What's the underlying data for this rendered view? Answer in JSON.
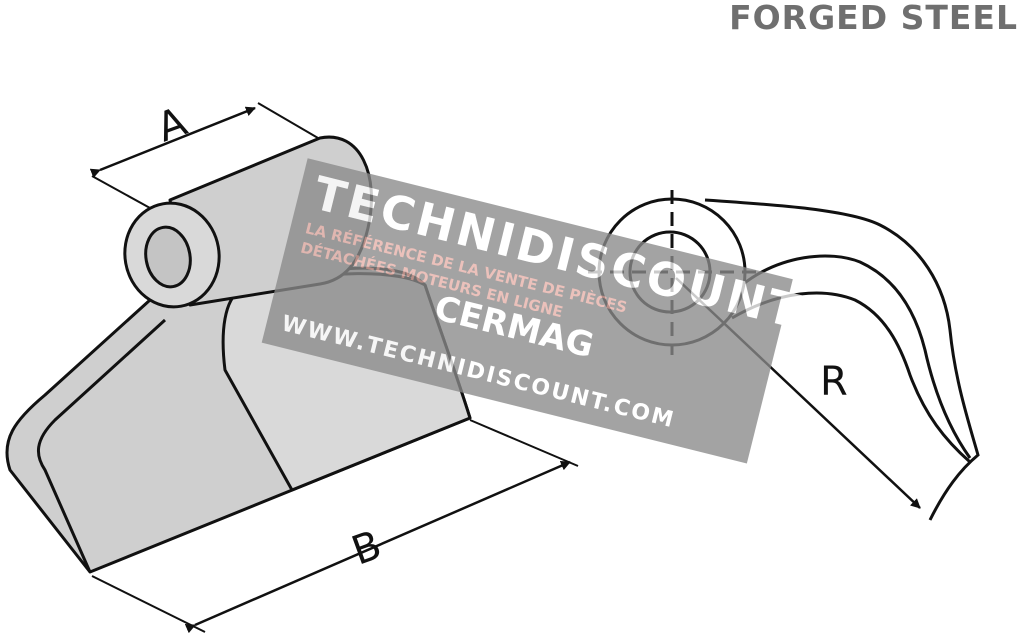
{
  "title": "FORGED STEEL",
  "labels": {
    "a": "A",
    "b": "B",
    "r": "R"
  },
  "watermark": {
    "brand": "TECHNIDISCOUNT",
    "tagline_1": "LA RÉFÉRENCE DE LA VENTE DE PIÈCES",
    "tagline_2": "DÉTACHÉES MOTEURS EN LIGNE",
    "url": "WWW.TECHNIDISCOUNT.COM",
    "partner": "CERMAG"
  },
  "colors": {
    "part_fill": "#cfcfcf",
    "part_face": "#d9d9d9",
    "outline": "#111111",
    "title": "#6f6f6f",
    "watermark_bg": "#8a8a8a",
    "watermark_accent": "#c84a3a"
  }
}
